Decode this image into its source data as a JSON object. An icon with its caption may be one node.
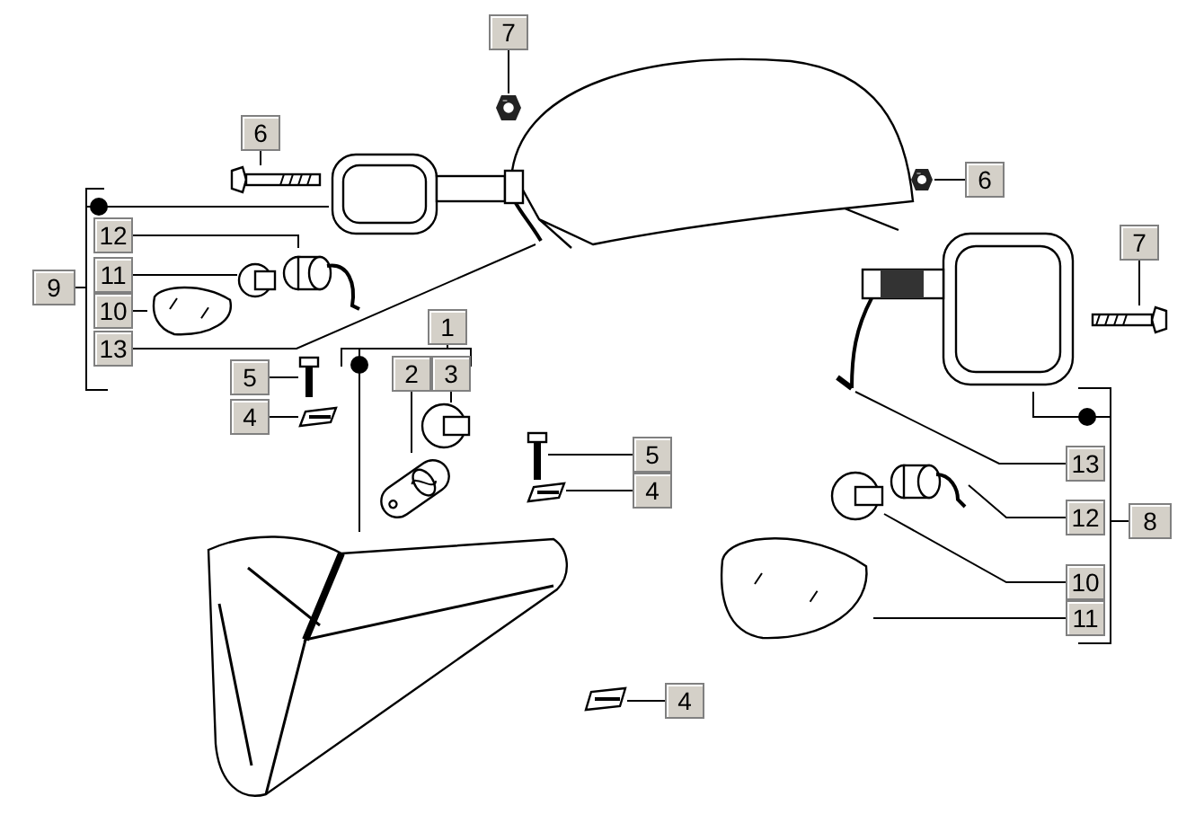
{
  "diagram": {
    "nodes": [
      {
        "text": [
          "7"
        ]
      },
      {
        "text": [],
        "shape": "picture"
      },
      {
        "text": [
          "6"
        ]
      },
      {
        "text": [],
        "shape": "picture"
      },
      {
        "text": [],
        "shape": "picture"
      },
      {
        "text": [
          "6"
        ]
      },
      {
        "text": [],
        "shape": "picture"
      },
      {
        "text": [
          "9"
        ]
      },
      {
        "text": [
          "12"
        ]
      },
      {
        "text": [],
        "shape": "picture"
      },
      {
        "text": [
          "11"
        ]
      },
      {
        "text": [],
        "shape": "picture"
      },
      {
        "text": [
          "10"
        ]
      },
      {
        "text": [],
        "shape": "picture"
      },
      {
        "text": [
          "13"
        ]
      },
      {
        "text": [
          "5"
        ]
      },
      {
        "text": [],
        "shape": "picture"
      },
      {
        "text": [
          "4"
        ]
      },
      {
        "text": [],
        "shape": "picture"
      },
      {
        "text": [
          "1"
        ]
      },
      {
        "text": [
          "2"
        ]
      },
      {
        "text": [
          "3"
        ]
      },
      {
        "text": [],
        "shape": "picture"
      },
      {
        "text": [],
        "shape": "picture"
      },
      {
        "text": [],
        "shape": "picture"
      },
      {
        "text": [
          "5"
        ]
      },
      {
        "text": [],
        "shape": "picture"
      },
      {
        "text": [
          "4"
        ]
      },
      {
        "text": [],
        "shape": "picture"
      },
      {
        "text": [
          "7"
        ]
      },
      {
        "text": [],
        "shape": "picture"
      },
      {
        "text": [],
        "shape": "picture"
      },
      {
        "text": [
          "13"
        ]
      },
      {
        "text": [
          "12"
        ]
      },
      {
        "text": [],
        "shape": "picture"
      },
      {
        "text": [
          "8"
        ]
      },
      {
        "text": [
          "10"
        ]
      },
      {
        "text": [],
        "shape": "picture"
      },
      {
        "text": [
          "11"
        ]
      },
      {
        "text": [],
        "shape": "picture"
      },
      {
        "text": [
          "4"
        ]
      },
      {
        "text": [],
        "shape": "picture"
      }
    ],
    "edges": [
      {
        "from": 0,
        "to": 1,
        "arrow": "none"
      },
      {
        "from": 2,
        "to": 3,
        "arrow": "none"
      },
      {
        "from": 5,
        "to": 6,
        "arrow": "none"
      },
      {
        "from": 7,
        "to": 4,
        "arrow": "none"
      },
      {
        "from": 8,
        "to": 9,
        "arrow": "none"
      },
      {
        "from": 10,
        "to": 11,
        "arrow": "none"
      },
      {
        "from": 12,
        "to": 13,
        "arrow": "none"
      },
      {
        "from": 14,
        "to": 4,
        "arrow": "none"
      },
      {
        "from": 15,
        "to": 16,
        "arrow": "none"
      },
      {
        "from": 17,
        "to": 18,
        "arrow": "none"
      },
      {
        "from": 19,
        "to": 22,
        "arrow": "none"
      },
      {
        "from": 20,
        "to": 24,
        "arrow": "none"
      },
      {
        "from": 21,
        "to": 23,
        "arrow": "none"
      },
      {
        "from": 25,
        "to": 26,
        "arrow": "none"
      },
      {
        "from": 27,
        "to": 28,
        "arrow": "none"
      },
      {
        "from": 29,
        "to": 30,
        "arrow": "none"
      },
      {
        "from": 32,
        "to": 31,
        "arrow": "none"
      },
      {
        "from": 33,
        "to": 34,
        "arrow": "none"
      },
      {
        "from": 35,
        "to": 31,
        "arrow": "none"
      },
      {
        "from": 36,
        "to": 37,
        "arrow": "none"
      },
      {
        "from": 38,
        "to": 39,
        "arrow": "none"
      },
      {
        "from": 40,
        "to": 41,
        "arrow": "none"
      }
    ]
  }
}
